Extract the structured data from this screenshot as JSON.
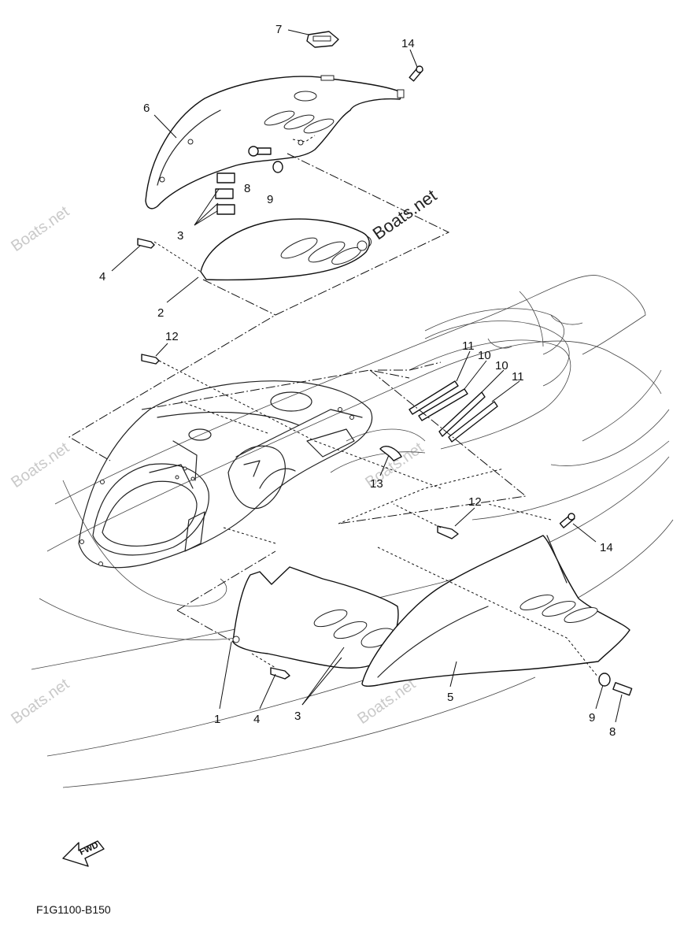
{
  "diagram_code": "F1G1100-B150",
  "fwd_label": "FWD",
  "watermark": "Boats.net",
  "watermark_main": "© Boats.net",
  "callouts": [
    {
      "label": "7"
    },
    {
      "label": "14"
    },
    {
      "label": "6"
    },
    {
      "label": "8"
    },
    {
      "label": "9"
    },
    {
      "label": "3"
    },
    {
      "label": "4"
    },
    {
      "label": "2"
    },
    {
      "label": "12"
    },
    {
      "label": "11"
    },
    {
      "label": "10"
    },
    {
      "label": "10"
    },
    {
      "label": "11"
    },
    {
      "label": "13"
    },
    {
      "label": "12"
    },
    {
      "label": "14"
    },
    {
      "label": "1"
    },
    {
      "label": "4"
    },
    {
      "label": "3"
    },
    {
      "label": "5"
    },
    {
      "label": "9"
    },
    {
      "label": "8"
    }
  ]
}
